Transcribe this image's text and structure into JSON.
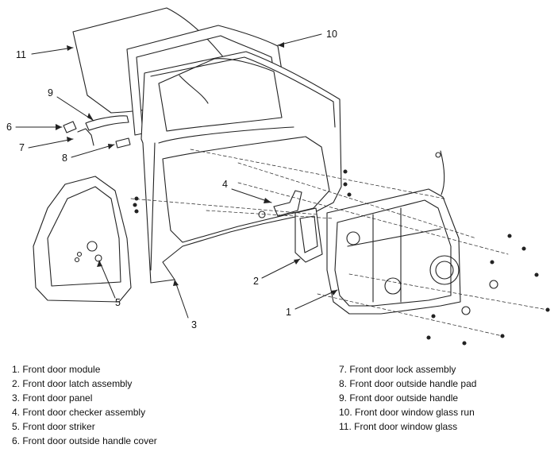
{
  "callouts": [
    "1",
    "2",
    "3",
    "4",
    "5",
    "6",
    "7",
    "8",
    "9",
    "10",
    "11"
  ],
  "legend": {
    "left": [
      "1. Front door module",
      "2. Front door latch assembly",
      "3. Front door panel",
      "4. Front door checker assembly",
      "5. Front door striker",
      "6. Front door outside handle cover"
    ],
    "right": [
      "7. Front door lock assembly",
      "8. Front door outside handle pad",
      "9. Front door outside handle",
      "10. Front door window glass run",
      "11. Front door window glass"
    ]
  }
}
